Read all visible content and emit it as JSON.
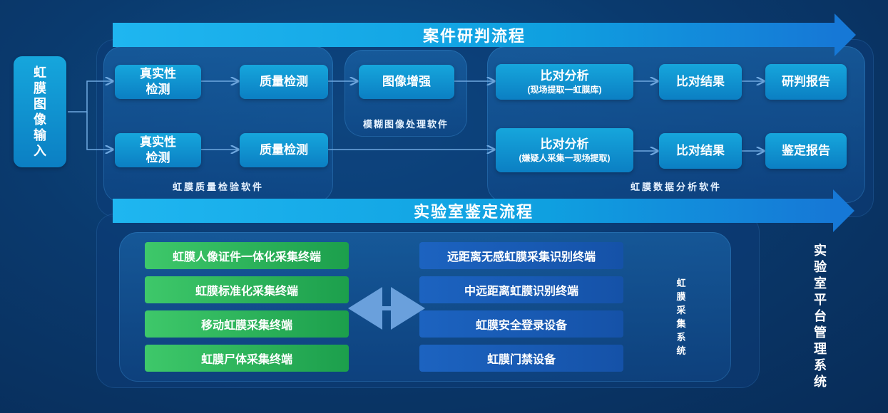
{
  "input_label": "虹膜图像输入",
  "case_flow": {
    "banner": "案件研判流程",
    "quality_software": {
      "label": "虹膜质量检验软件",
      "row1": {
        "authenticity": "真实性检测",
        "quality": "质量检测"
      },
      "row2": {
        "authenticity": "真实性检测",
        "quality": "质量检测"
      }
    },
    "blur_software": {
      "label": "模糊图像处理软件",
      "enhance": "图像增强"
    },
    "analysis_software": {
      "label": "虹膜数据分析软件",
      "row1": {
        "compare": "比对分析",
        "compare_sub": "(现场提取一虹膜库)",
        "result": "比对结果",
        "report": "研判报告"
      },
      "row2": {
        "compare": "比对分析",
        "compare_sub": "(嫌疑人采集一现场提取)",
        "result": "比对结果",
        "report": "鉴定报告"
      }
    }
  },
  "lab_flow": {
    "banner": "实验室鉴定流程",
    "green_terminals": [
      "虹膜人像证件一体化采集终端",
      "虹膜标准化采集终端",
      "移动虹膜采集终端",
      "虹膜尸体采集终端"
    ],
    "blue_terminals": [
      "远距离无感虹膜采集识别终端",
      "中远距离虹膜识别终端",
      "虹膜安全登录设备",
      "虹膜门禁设备"
    ],
    "collection_system_label": "虹膜采集系统"
  },
  "platform_label": "实验室平台管理系统",
  "colors": {
    "background": "#0a3a6e",
    "box": "#0b7fc3",
    "banner": "#1fb6f0",
    "green_terminal": "#2fb45c",
    "blue_terminal": "#1c63c0"
  }
}
